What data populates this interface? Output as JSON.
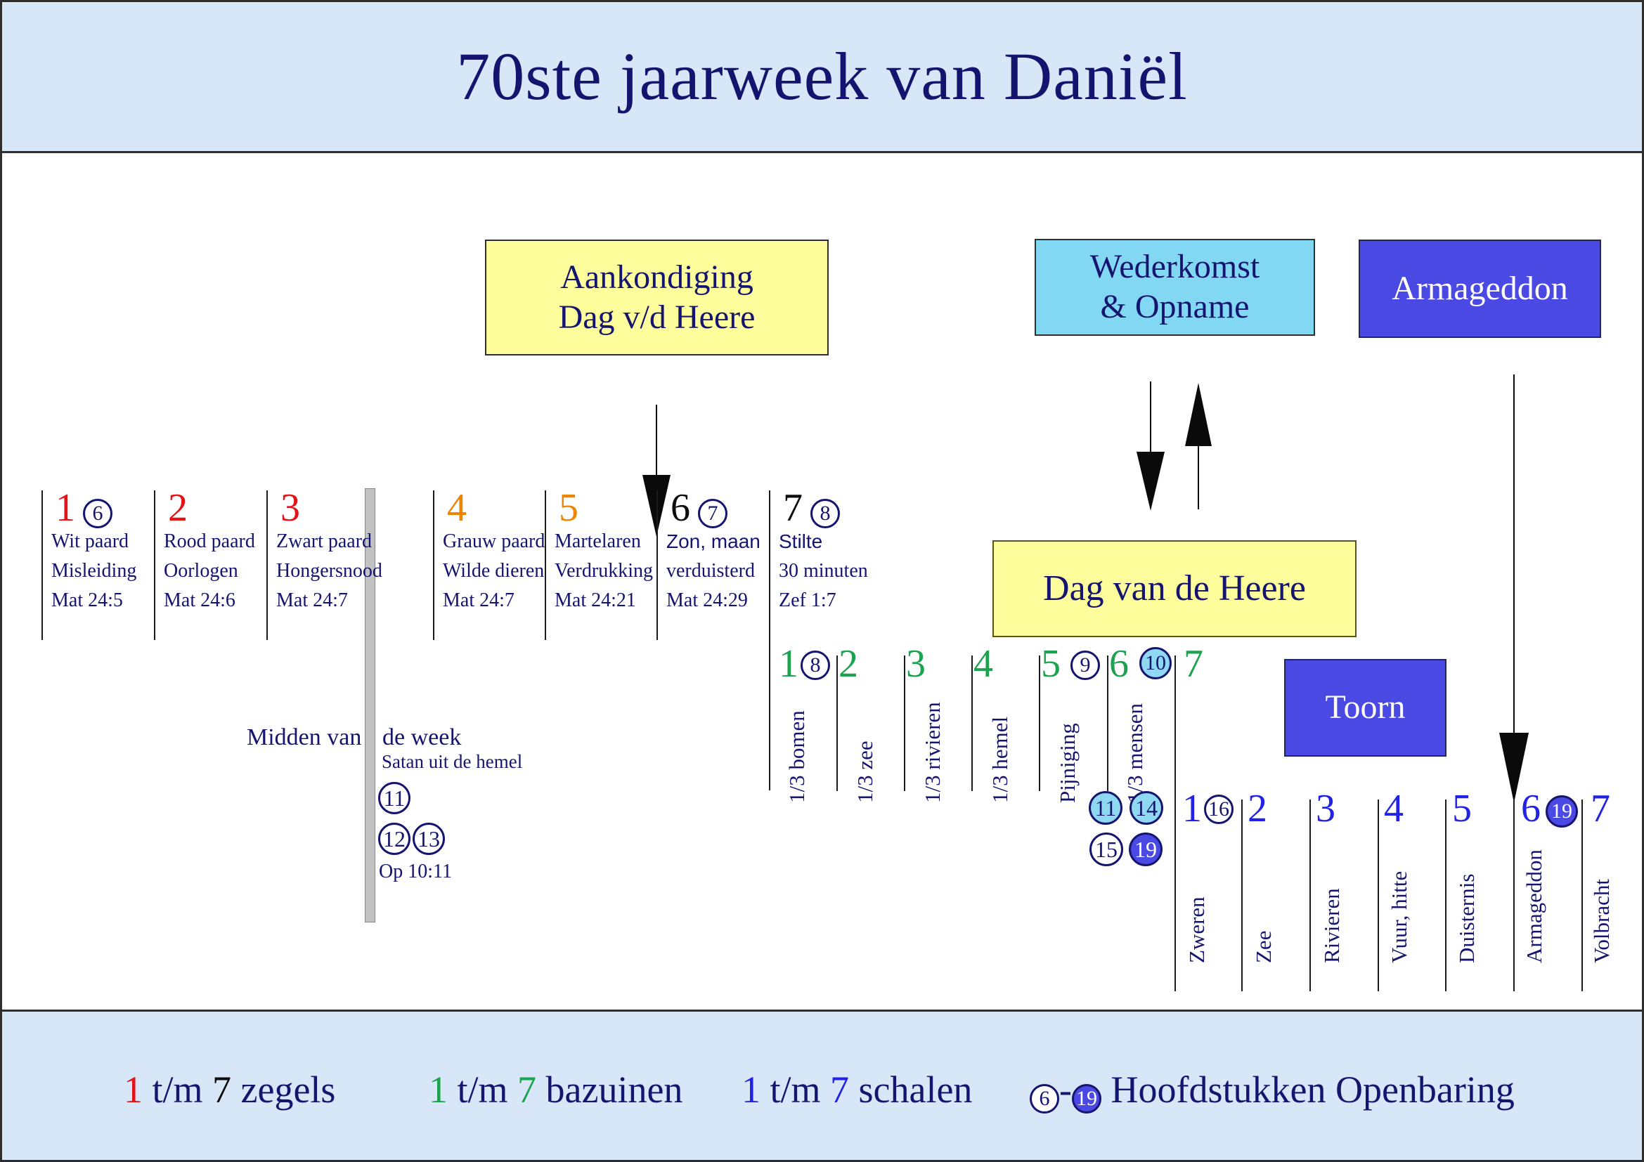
{
  "title": "70ste jaarweek van Daniël",
  "boxes": {
    "aankondiging": {
      "line1": "Aankondiging",
      "line2": "Dag v/d Heere"
    },
    "wederkomst": {
      "line1": "Wederkomst",
      "line2": "& Opname"
    },
    "armageddon": {
      "label": "Armageddon"
    },
    "dag_van_de_heere": {
      "label": "Dag van de Heere"
    },
    "toorn": {
      "label": "Toorn"
    }
  },
  "midden": {
    "text_left": "Midden van",
    "text_right": "de week",
    "satan": "Satan uit de hemel",
    "chapters": [
      "11",
      "12",
      "13"
    ],
    "ref": "Op 10:11"
  },
  "seals": [
    {
      "num": "1",
      "color": "red",
      "chapter": {
        "n": "6",
        "style": "outline"
      },
      "lines": [
        {
          "text": "Wit paard",
          "font": "serif"
        },
        {
          "text": "Misleiding",
          "font": "serif"
        },
        {
          "text": "Mat 24:5",
          "font": "serif"
        }
      ]
    },
    {
      "num": "2",
      "color": "red",
      "chapter": null,
      "lines": [
        {
          "text": "Rood paard",
          "font": "serif"
        },
        {
          "text": "Oorlogen",
          "font": "serif"
        },
        {
          "text": "Mat 24:6",
          "font": "serif"
        }
      ]
    },
    {
      "num": "3",
      "color": "red",
      "chapter": null,
      "lines": [
        {
          "text": "Zwart paard",
          "font": "serif"
        },
        {
          "text": "Hongersnood",
          "font": "serif"
        },
        {
          "text": "Mat 24:7",
          "font": "serif"
        }
      ]
    },
    {
      "num": "4",
      "color": "orange",
      "chapter": null,
      "lines": [
        {
          "text": "Grauw paard",
          "font": "serif"
        },
        {
          "text": "Wilde dieren",
          "font": "serif"
        },
        {
          "text": "Mat 24:7",
          "font": "serif"
        }
      ]
    },
    {
      "num": "5",
      "color": "orange",
      "chapter": null,
      "lines": [
        {
          "text": "Martelaren",
          "font": "serif"
        },
        {
          "text": "Verdrukking",
          "font": "serif"
        },
        {
          "text": "Mat 24:21",
          "font": "serif"
        }
      ]
    },
    {
      "num": "6",
      "color": "black",
      "chapter": {
        "n": "7",
        "style": "outline"
      },
      "lines": [
        {
          "text": "Zon, maan",
          "font": "sans"
        },
        {
          "text": "verduisterd",
          "font": "serif"
        },
        {
          "text": "Mat 24:29",
          "font": "serif"
        }
      ]
    },
    {
      "num": "7",
      "color": "black",
      "chapter": {
        "n": "8",
        "style": "outline"
      },
      "lines": [
        {
          "text": "Stilte",
          "font": "sans"
        },
        {
          "text": "30 minuten",
          "font": "serif"
        },
        {
          "text": "Zef 1:7",
          "font": "serif"
        }
      ]
    }
  ],
  "trumpets": [
    {
      "num": "1",
      "chapter": {
        "n": "8",
        "style": "outline"
      },
      "label": "1/3 bomen"
    },
    {
      "num": "2",
      "chapter": null,
      "label": "1/3 zee"
    },
    {
      "num": "3",
      "chapter": null,
      "label": "1/3 rivieren"
    },
    {
      "num": "4",
      "chapter": null,
      "label": "1/3 hemel"
    },
    {
      "num": "5",
      "chapter": {
        "n": "9",
        "style": "outline"
      },
      "label": "Pijniging"
    },
    {
      "num": "6",
      "chapter": {
        "n": "10",
        "style": "light"
      },
      "label": "1/3 mensen",
      "extra_chapters": [
        {
          "n": "11",
          "style": "light"
        },
        {
          "n": "14",
          "style": "light"
        },
        {
          "n": "15",
          "style": "outline"
        },
        {
          "n": "19",
          "style": "dark"
        }
      ]
    },
    {
      "num": "7",
      "chapter": null,
      "label": ""
    }
  ],
  "bowls": [
    {
      "num": "1",
      "chapter": {
        "n": "16",
        "style": "outline"
      },
      "label": "Zweren"
    },
    {
      "num": "2",
      "chapter": null,
      "label": "Zee"
    },
    {
      "num": "3",
      "chapter": null,
      "label": "Rivieren"
    },
    {
      "num": "4",
      "chapter": null,
      "label": "Vuur, hitte"
    },
    {
      "num": "5",
      "chapter": null,
      "label": "Duisternis"
    },
    {
      "num": "6",
      "chapter": {
        "n": "19",
        "style": "dark"
      },
      "label": "Armageddon"
    },
    {
      "num": "7",
      "chapter": null,
      "label": "Volbracht"
    }
  ],
  "legend": {
    "zegels": {
      "segments": [
        {
          "text": "1",
          "color": "red"
        },
        {
          "text": " t/m ",
          "color": "navy"
        },
        {
          "text": "7",
          "color": "black"
        },
        {
          "text": " zegels",
          "color": "navy"
        }
      ]
    },
    "bazuinen": {
      "segments": [
        {
          "text": "1",
          "color": "green"
        },
        {
          "text": " t/m ",
          "color": "navy"
        },
        {
          "text": "7",
          "color": "green"
        },
        {
          "text": " bazuinen",
          "color": "navy"
        }
      ]
    },
    "schalen": {
      "segments": [
        {
          "text": "1",
          "color": "blue"
        },
        {
          "text": " t/m ",
          "color": "navy"
        },
        {
          "text": "7",
          "color": "blue"
        },
        {
          "text": " schalen",
          "color": "navy"
        }
      ]
    },
    "hoofdstukken": {
      "circle1": {
        "n": "6",
        "style": "outline"
      },
      "dash": "-",
      "circle2": {
        "n": "19",
        "style": "dark"
      },
      "label": "Hoofdstukken Openbaring"
    }
  },
  "palette": {
    "navy_text": "#151570",
    "red": "#e41318",
    "orange": "#ee8500",
    "green": "#1da350",
    "blue": "#2222e6",
    "yellow_box": "#fefe9c",
    "cyan_box": "#82d8f2",
    "blue_box": "#4a49e4",
    "light_circle": "#8fd8f2",
    "band_bg": "#d7e7f8",
    "gray_bar": "#c2c2c2"
  }
}
